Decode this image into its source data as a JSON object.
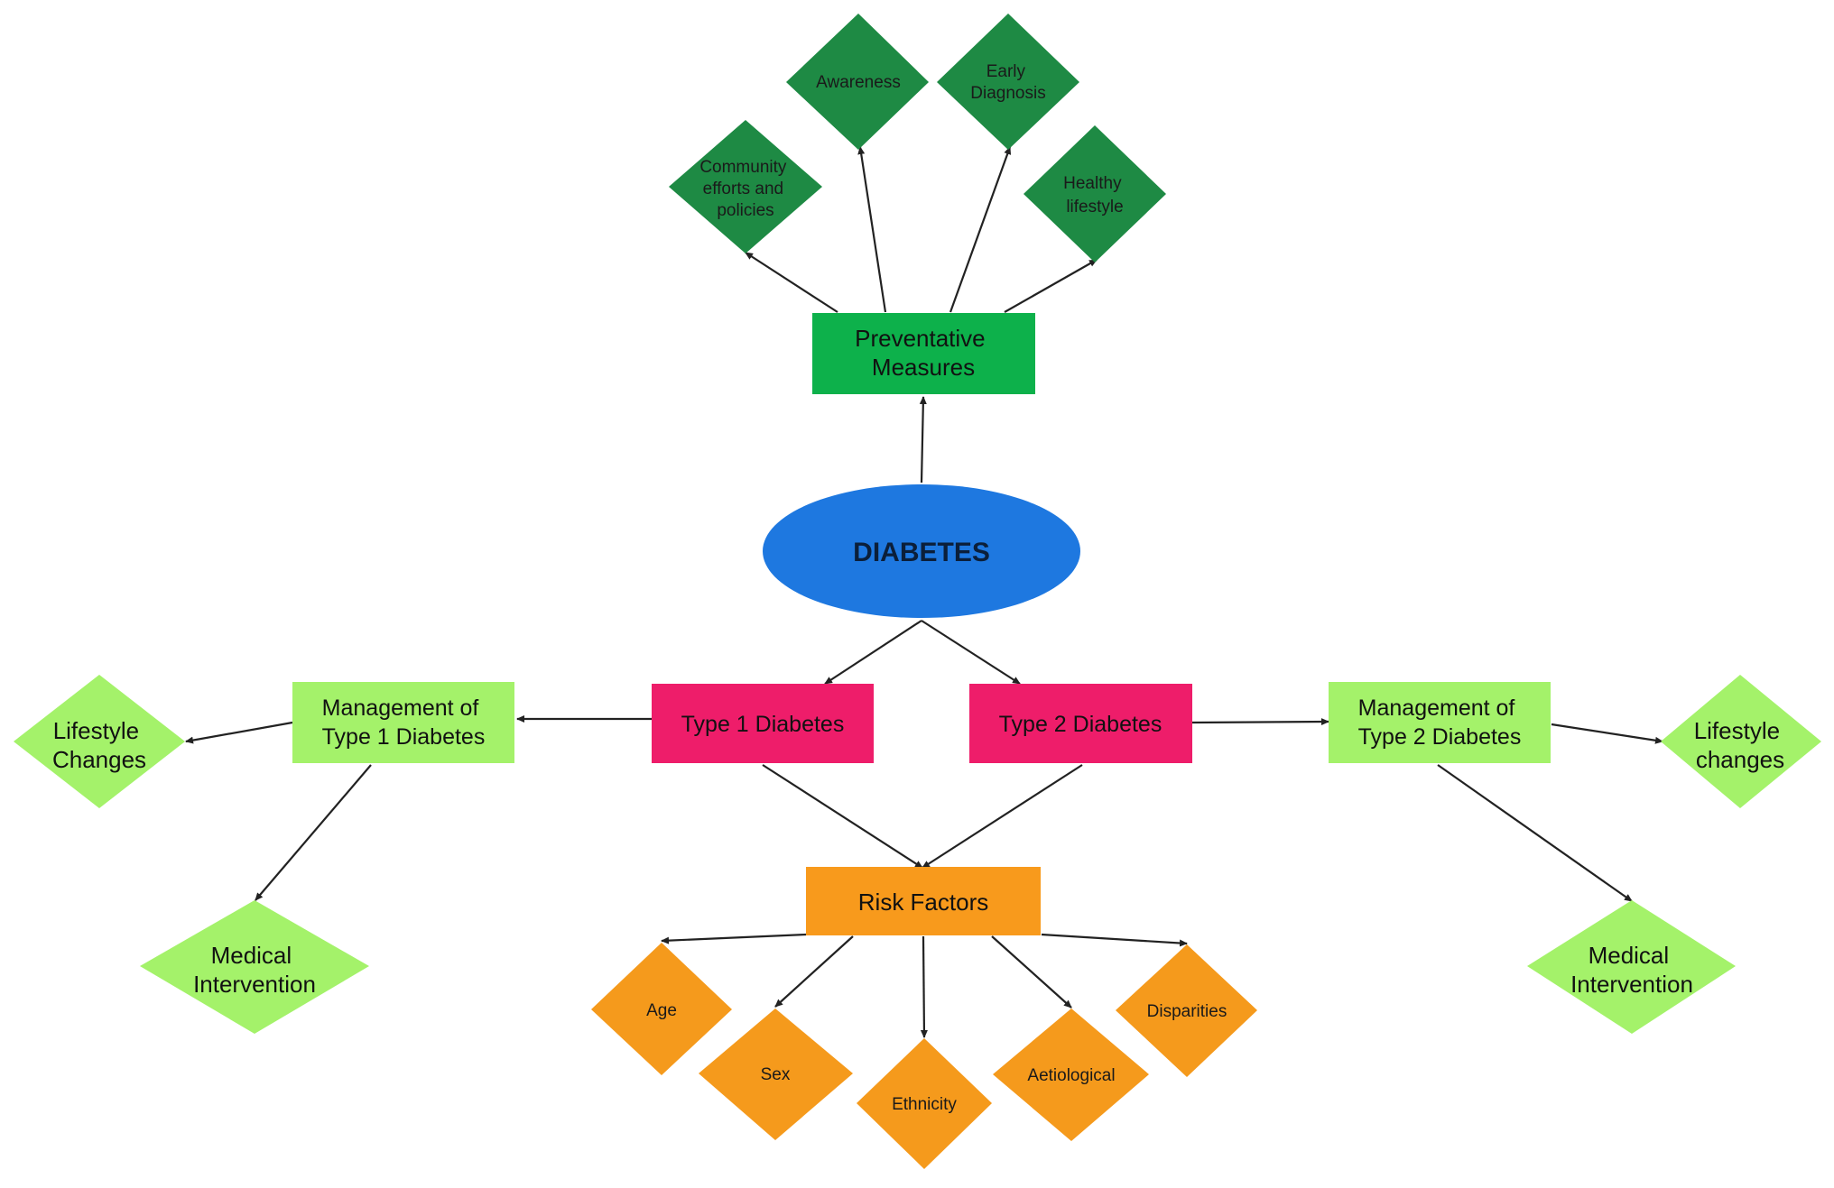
{
  "colors": {
    "central": "#1e78e0",
    "prevention_box": "#0db14b",
    "prevention_diamond": "#1e8a44",
    "type_box": "#ee1d6a",
    "management": "#a4f26a",
    "risk_box": "#f89a1c",
    "risk_diamond": "#f59a1c"
  },
  "central": {
    "label": "DIABETES"
  },
  "prevention": {
    "box": [
      "Preventative",
      "Measures"
    ],
    "community": [
      "Community",
      "efforts and",
      "policies"
    ],
    "awareness": [
      "Awareness"
    ],
    "early": [
      "Early",
      "Diagnosis"
    ],
    "healthy": [
      "Healthy",
      "lifestyle"
    ]
  },
  "types": {
    "type1": "Type 1 Diabetes",
    "type2": "Type 2 Diabetes"
  },
  "management1": {
    "box": [
      "Management of",
      "Type 1 Diabetes"
    ],
    "lifestyle": [
      "Lifestyle",
      "Changes"
    ],
    "medical": [
      "Medical",
      "Intervention"
    ]
  },
  "management2": {
    "box": [
      "Management of",
      "Type 2 Diabetes"
    ],
    "lifestyle": [
      "Lifestyle",
      "changes"
    ],
    "medical": [
      "Medical",
      "Intervention"
    ]
  },
  "risk": {
    "box": "Risk Factors",
    "age": "Age",
    "sex": "Sex",
    "ethnicity": "Ethnicity",
    "aetiological": "Aetiological",
    "disparities": "Disparities"
  }
}
